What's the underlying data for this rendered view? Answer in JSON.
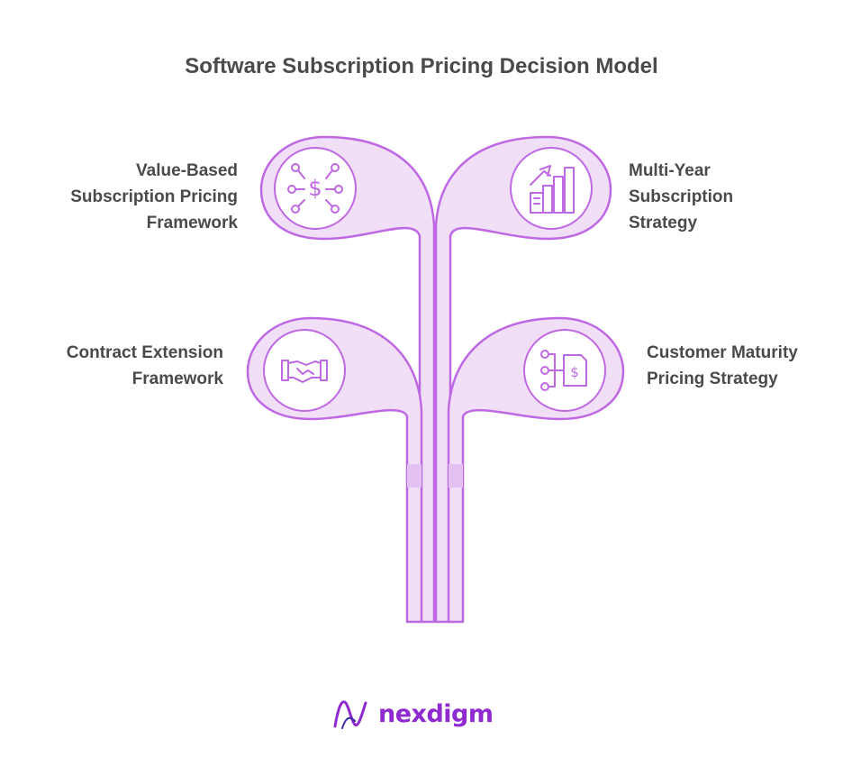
{
  "title": "Software Subscription Pricing Decision Model",
  "branches": [
    {
      "position": "top-left",
      "label_lines": [
        "Value-Based",
        "Subscription Pricing",
        "Framework"
      ],
      "icon": "pricing-network-icon"
    },
    {
      "position": "top-right",
      "label_lines": [
        "Multi-Year",
        "Subscription",
        "Strategy"
      ],
      "icon": "growth-chart-icon"
    },
    {
      "position": "bottom-left",
      "label_lines": [
        "Contract Extension",
        "Framework"
      ],
      "icon": "handshake-icon"
    },
    {
      "position": "bottom-right",
      "label_lines": [
        "Customer Maturity",
        "Pricing Strategy"
      ],
      "icon": "document-flow-icon"
    }
  ],
  "logo": {
    "text": "nexdigm"
  },
  "colors": {
    "stroke": "#bf68e4",
    "fill": "#f1dff8",
    "text": "#4a4a4a",
    "brand": "#8e2ad0"
  }
}
